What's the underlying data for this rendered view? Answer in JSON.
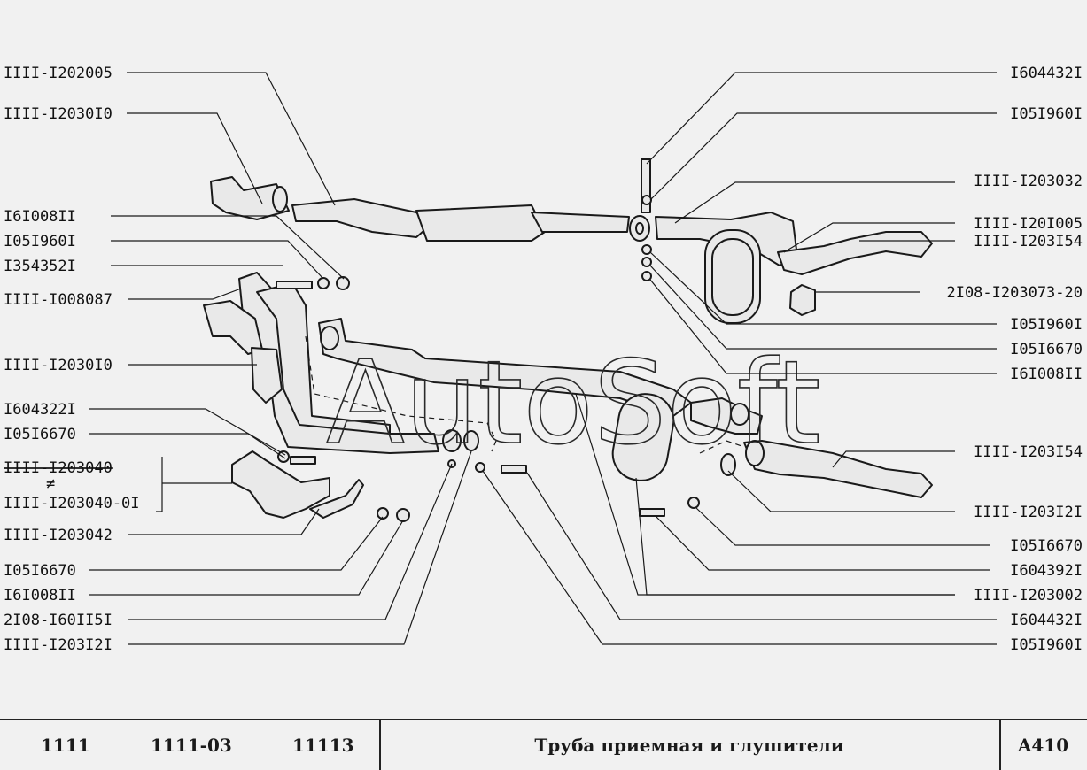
{
  "labels_left": [
    "IIII-I202005",
    "IIII-I2030I0",
    "I6I008II",
    "I05I960I",
    "I354352I",
    "IIII-I008087",
    "IIII-I2030I0",
    "I604322I",
    "I05I6670",
    "IIII-I203040",
    "IIII-I203040-0I",
    "IIII-I203042",
    "I05I6670",
    "I6I008II",
    "2I08-I60II5I",
    "IIII-I203I2I"
  ],
  "or_mark": "≠",
  "labels_right": [
    "I604432I",
    "I05I960I",
    "IIII-I203032",
    "IIII-I20I005",
    "IIII-I203I54",
    "2I08-I203073-20",
    "I05I960I",
    "I05I6670",
    "I6I008II",
    "IIII-I203I54",
    "IIII-I203I2I",
    "I05I6670",
    "I604392I",
    "IIII-I203002",
    "I604432I",
    "I05I960I"
  ],
  "watermark": "AutoSoft",
  "footer": {
    "model_1": "1111",
    "model_2": "1111-03",
    "model_3": "11113",
    "title": "Труба приемная и глушители",
    "code": "A410"
  }
}
